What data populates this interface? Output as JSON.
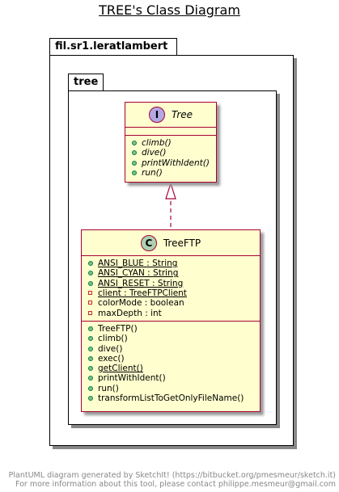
{
  "title": "TREE's Class Diagram",
  "packages": {
    "outer": "fil.sr1.leratlambert",
    "inner": "tree"
  },
  "interface_tree": {
    "stereotype_letter": "I",
    "name": "Tree",
    "methods": [
      "climb()",
      "dive()",
      "printWithIdent()",
      "run()"
    ]
  },
  "class_treeftp": {
    "stereotype_letter": "C",
    "name": "TreeFTP",
    "fields": [
      {
        "text": "ANSI_BLUE : String",
        "visibility": "public",
        "static": true
      },
      {
        "text": "ANSI_CYAN : String",
        "visibility": "public",
        "static": true
      },
      {
        "text": "ANSI_RESET : String",
        "visibility": "public",
        "static": true
      },
      {
        "text": "client : TreeFTPClient",
        "visibility": "private",
        "static": true
      },
      {
        "text": "colorMode : boolean",
        "visibility": "private",
        "static": false
      },
      {
        "text": "maxDepth : int",
        "visibility": "private",
        "static": false
      }
    ],
    "methods": [
      {
        "text": "TreeFTP()",
        "static": false
      },
      {
        "text": "climb()",
        "static": false
      },
      {
        "text": "dive()",
        "static": false
      },
      {
        "text": "exec()",
        "static": false
      },
      {
        "text": "getClient()",
        "static": true
      },
      {
        "text": "printWithIdent()",
        "static": false
      },
      {
        "text": "run()",
        "static": false
      },
      {
        "text": "transformListToGetOnlyFileName()",
        "static": false
      }
    ]
  },
  "relation": {
    "type": "realization",
    "from": "TreeFTP",
    "to": "Tree"
  },
  "footer": {
    "line1": "PlantUML diagram generated by SketchIt! (https://bitbucket.org/pmesmeur/sketch.it)",
    "line2": "For more information about this tool, please contact philippe.mesmeur@gmail.com"
  },
  "colors": {
    "class_fill": "#FEFECE",
    "class_border": "#A80036",
    "interface_badge": "#B4A7E5",
    "class_badge": "#ADD1B2",
    "public_marker": "#84BE84",
    "private_marker": "#C82930"
  }
}
